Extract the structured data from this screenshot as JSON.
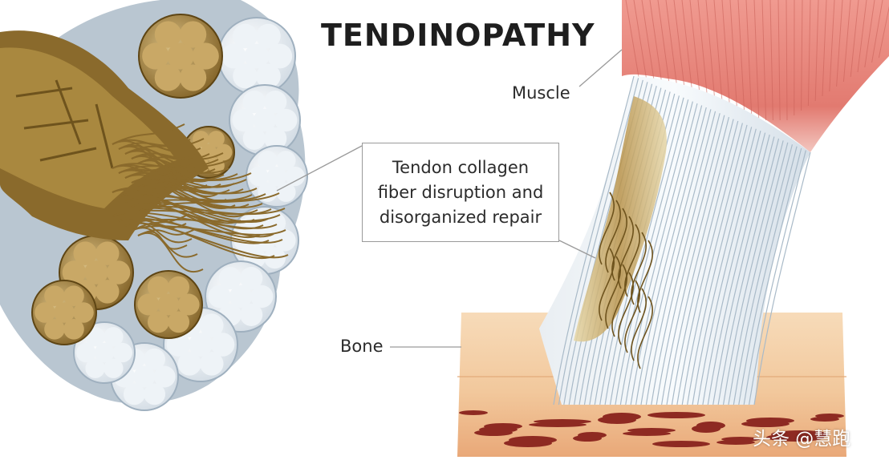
{
  "title": "TENDINOPATHY",
  "labels": {
    "muscle": "Muscle",
    "bone": "Bone",
    "callout_lines": [
      "Tendon collagen",
      "fiber disruption and",
      "disorganized repair"
    ]
  },
  "watermark": "头条 @慧跑",
  "colors": {
    "muscle": "#e8877e",
    "healthy_tendon": "#dfeaf2",
    "damaged_fiber": "#8a6a2c",
    "bone": "#f2c79b",
    "marrow": "#8e2a22"
  }
}
